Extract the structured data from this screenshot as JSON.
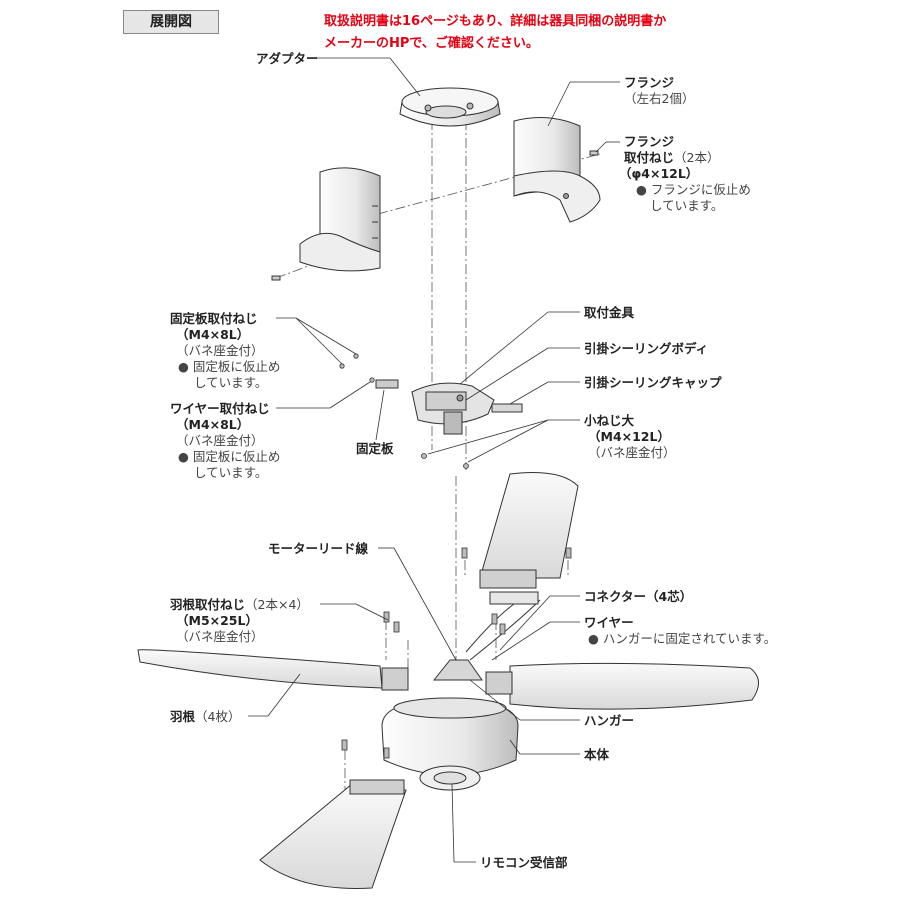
{
  "title": "展開図",
  "notice": {
    "line1": "取扱説明書は16ページもあり、詳細は器具同梱の説明書か",
    "line2": "メーカーのHPで、ご確認ください。"
  },
  "labels": {
    "adapter": "アダプター",
    "flange": "フランジ",
    "flange_sub": "（左右2個）",
    "flange_screw": "フランジ",
    "flange_screw2": "取付ねじ",
    "flange_screw_qty": "（2本）",
    "flange_screw_size": "（φ4×12L）",
    "flange_screw_note1": "● フランジに仮止め",
    "flange_screw_note2": "しています。",
    "fix_plate_screw": "固定板取付ねじ",
    "fix_plate_screw_size": "（M4×8L）",
    "fix_plate_screw_spring": "（バネ座金付）",
    "fix_plate_screw_note1": "● 固定板に仮止め",
    "fix_plate_screw_note2": "しています。",
    "wire_screw": "ワイヤー取付ねじ",
    "wire_screw_size": "（M4×8L）",
    "wire_screw_spring": "（バネ座金付）",
    "wire_screw_note1": "● 固定板に仮止め",
    "wire_screw_note2": "しています。",
    "fix_plate": "固定板",
    "mount_bracket": "取付金具",
    "ceiling_body": "引掛シーリングボディ",
    "ceiling_cap": "引掛シーリングキャップ",
    "small_screw": "小ねじ大",
    "small_screw_size": "（M4×12L）",
    "small_screw_spring": "（バネ座金付）",
    "motor_lead": "モーターリード線",
    "connector": "コネクター（4芯）",
    "wire": "ワイヤー",
    "wire_note": "● ハンガーに固定されています。",
    "blade_screw": "羽根取付ねじ",
    "blade_screw_qty": "（2本×4）",
    "blade_screw_size": "（M5×25L）",
    "blade_screw_spring": "（バネ座金付）",
    "blade": "羽根",
    "blade_qty": "（4枚）",
    "hanger": "ハンガー",
    "main_body": "本体",
    "remote_receiver": "リモコン受信部"
  },
  "colors": {
    "notice": "#e60012",
    "line": "#333333",
    "part_fill": "#f4f4f4",
    "part_shade": "#cfcfcf"
  }
}
